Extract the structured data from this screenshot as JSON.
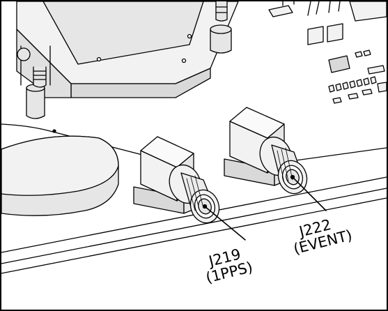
{
  "callouts": [
    {
      "id": "j219",
      "line1": "J219",
      "line2": "(1PPS)"
    },
    {
      "id": "j222",
      "line1": "J222",
      "line2": "(EVENT)"
    }
  ],
  "colors": {
    "stroke": "#000000",
    "part_fill": "#f2f2f2",
    "part_shade": "#d9d9d9",
    "background": "#ffffff"
  }
}
